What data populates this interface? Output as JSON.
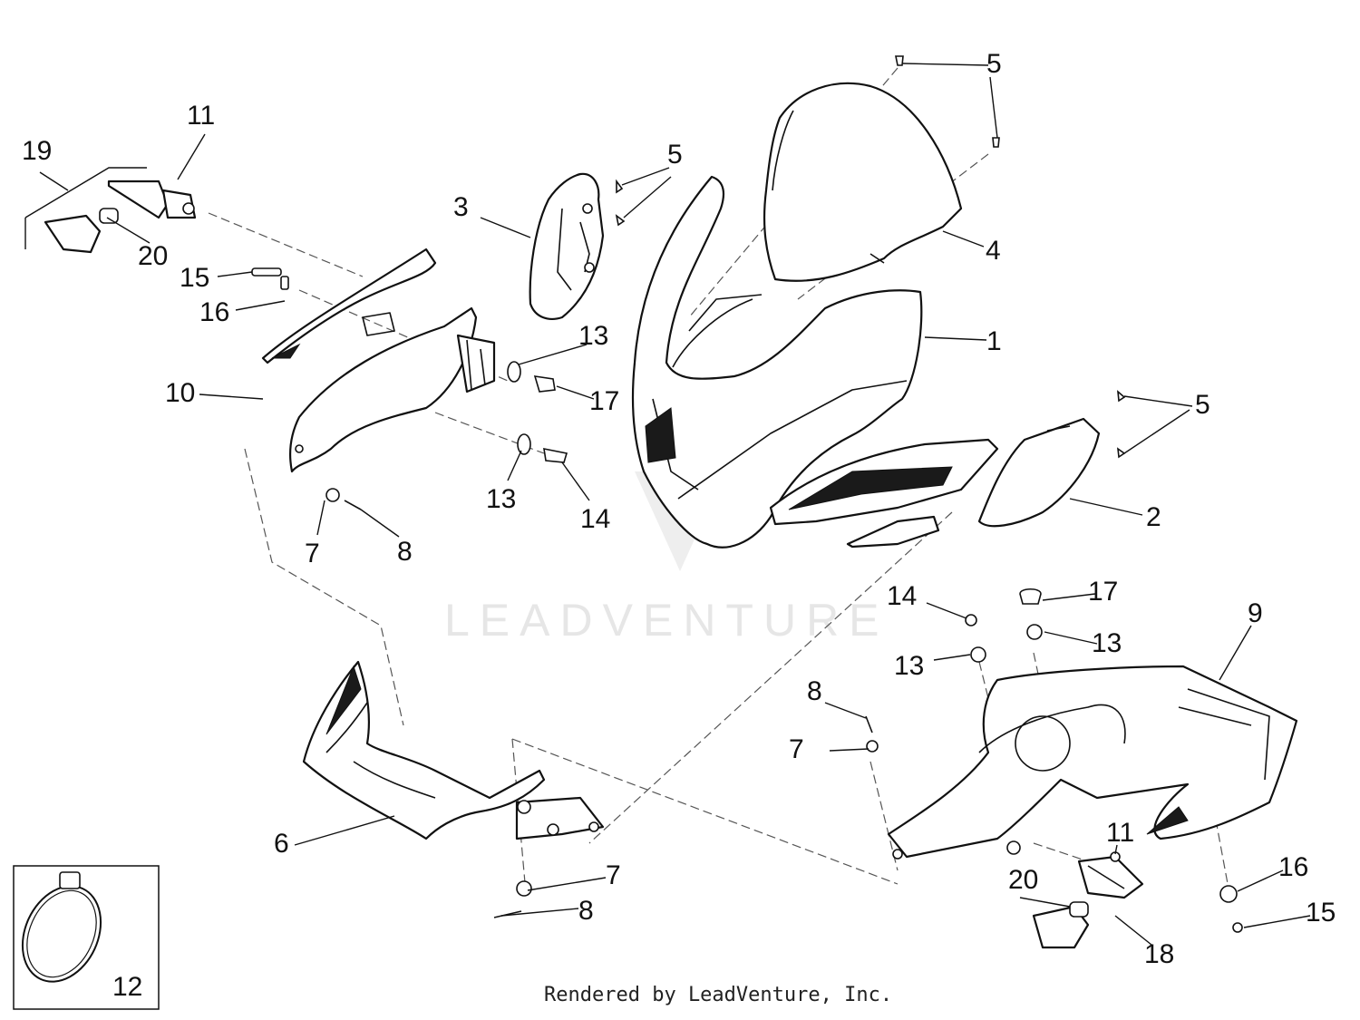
{
  "watermark": "LEADVENTURE",
  "footer": "Rendered by LeadVenture, Inc.",
  "callouts": [
    {
      "id": "1",
      "text": "1"
    },
    {
      "id": "2",
      "text": "2"
    },
    {
      "id": "3",
      "text": "3"
    },
    {
      "id": "4",
      "text": "4"
    },
    {
      "id": "5a",
      "text": "5"
    },
    {
      "id": "5b",
      "text": "5"
    },
    {
      "id": "5c",
      "text": "5"
    },
    {
      "id": "6",
      "text": "6"
    },
    {
      "id": "7a",
      "text": "7"
    },
    {
      "id": "7b",
      "text": "7"
    },
    {
      "id": "7c",
      "text": "7"
    },
    {
      "id": "8a",
      "text": "8"
    },
    {
      "id": "8b",
      "text": "8"
    },
    {
      "id": "8c",
      "text": "8"
    },
    {
      "id": "9",
      "text": "9"
    },
    {
      "id": "10",
      "text": "10"
    },
    {
      "id": "11a",
      "text": "11"
    },
    {
      "id": "11b",
      "text": "11"
    },
    {
      "id": "12",
      "text": "12"
    },
    {
      "id": "13a",
      "text": "13"
    },
    {
      "id": "13b",
      "text": "13"
    },
    {
      "id": "13c",
      "text": "13"
    },
    {
      "id": "13d",
      "text": "13"
    },
    {
      "id": "14a",
      "text": "14"
    },
    {
      "id": "14b",
      "text": "14"
    },
    {
      "id": "15a",
      "text": "15"
    },
    {
      "id": "15b",
      "text": "15"
    },
    {
      "id": "16a",
      "text": "16"
    },
    {
      "id": "16b",
      "text": "16"
    },
    {
      "id": "17a",
      "text": "17"
    },
    {
      "id": "17b",
      "text": "17"
    },
    {
      "id": "18",
      "text": "18"
    },
    {
      "id": "19",
      "text": "19"
    },
    {
      "id": "20a",
      "text": "20"
    },
    {
      "id": "20b",
      "text": "20"
    }
  ]
}
